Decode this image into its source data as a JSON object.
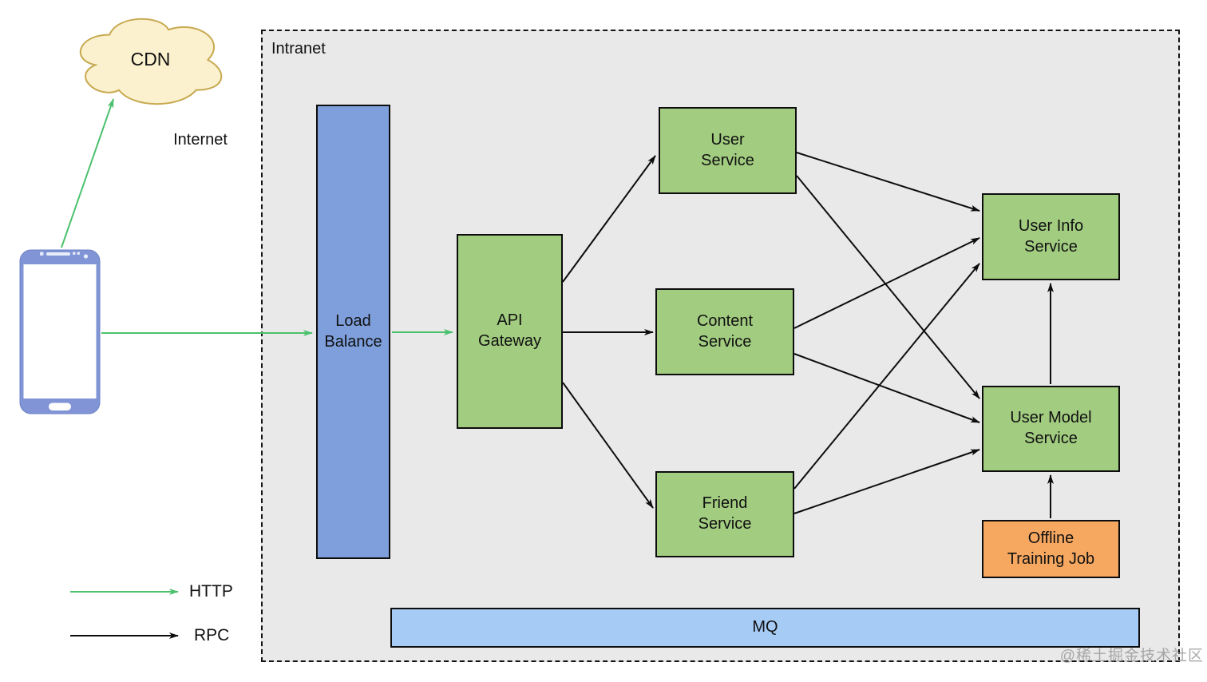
{
  "labels": {
    "intranet": "Intranet",
    "internet": "Internet",
    "cdn": "CDN",
    "watermark": "@稀土掘金技术社区"
  },
  "nodes": {
    "load_balance": "Load\nBalance",
    "api_gateway": "API\nGateway",
    "user_service": "User\nService",
    "content_service": "Content\nService",
    "friend_service": "Friend\nService",
    "user_info_service": "User Info\nService",
    "user_model_service": "User Model\nService",
    "offline_training_job": "Offline\nTraining Job",
    "mq": "MQ"
  },
  "legend": {
    "http": "HTTP",
    "rpc": "RPC"
  },
  "connections": [
    {
      "from": "mobile-phone",
      "to": "cdn",
      "protocol": "HTTP"
    },
    {
      "from": "mobile-phone",
      "to": "load-balance",
      "protocol": "HTTP"
    },
    {
      "from": "load-balance",
      "to": "api-gateway",
      "protocol": "HTTP"
    },
    {
      "from": "api-gateway",
      "to": "user-service",
      "protocol": "RPC"
    },
    {
      "from": "api-gateway",
      "to": "content-service",
      "protocol": "RPC"
    },
    {
      "from": "api-gateway",
      "to": "friend-service",
      "protocol": "RPC"
    },
    {
      "from": "user-service",
      "to": "user-info-service",
      "protocol": "RPC"
    },
    {
      "from": "user-service",
      "to": "user-model-service",
      "protocol": "RPC"
    },
    {
      "from": "content-service",
      "to": "user-info-service",
      "protocol": "RPC"
    },
    {
      "from": "content-service",
      "to": "user-model-service",
      "protocol": "RPC"
    },
    {
      "from": "friend-service",
      "to": "user-info-service",
      "protocol": "RPC"
    },
    {
      "from": "friend-service",
      "to": "user-model-service",
      "protocol": "RPC"
    },
    {
      "from": "user-model-service",
      "to": "user-info-service",
      "protocol": "RPC"
    },
    {
      "from": "offline-training-job",
      "to": "user-model-service",
      "protocol": "RPC"
    }
  ],
  "colors": {
    "intranet-bg": "#e9e9e9",
    "service-green": "#a2cc80",
    "node-border": "#0d0d0d",
    "lb-blue": "#7e9fdc",
    "mq-blue": "#a6cbf5",
    "job-orange": "#f6a861",
    "cloud-fill": "#fbf1cf",
    "cloud-border": "#c7a94f",
    "phone-blue": "#8094d6",
    "http": "#4cc16d",
    "rpc": "#0d0d0d",
    "text": "#111111",
    "watermark": "#9b9b9b"
  }
}
